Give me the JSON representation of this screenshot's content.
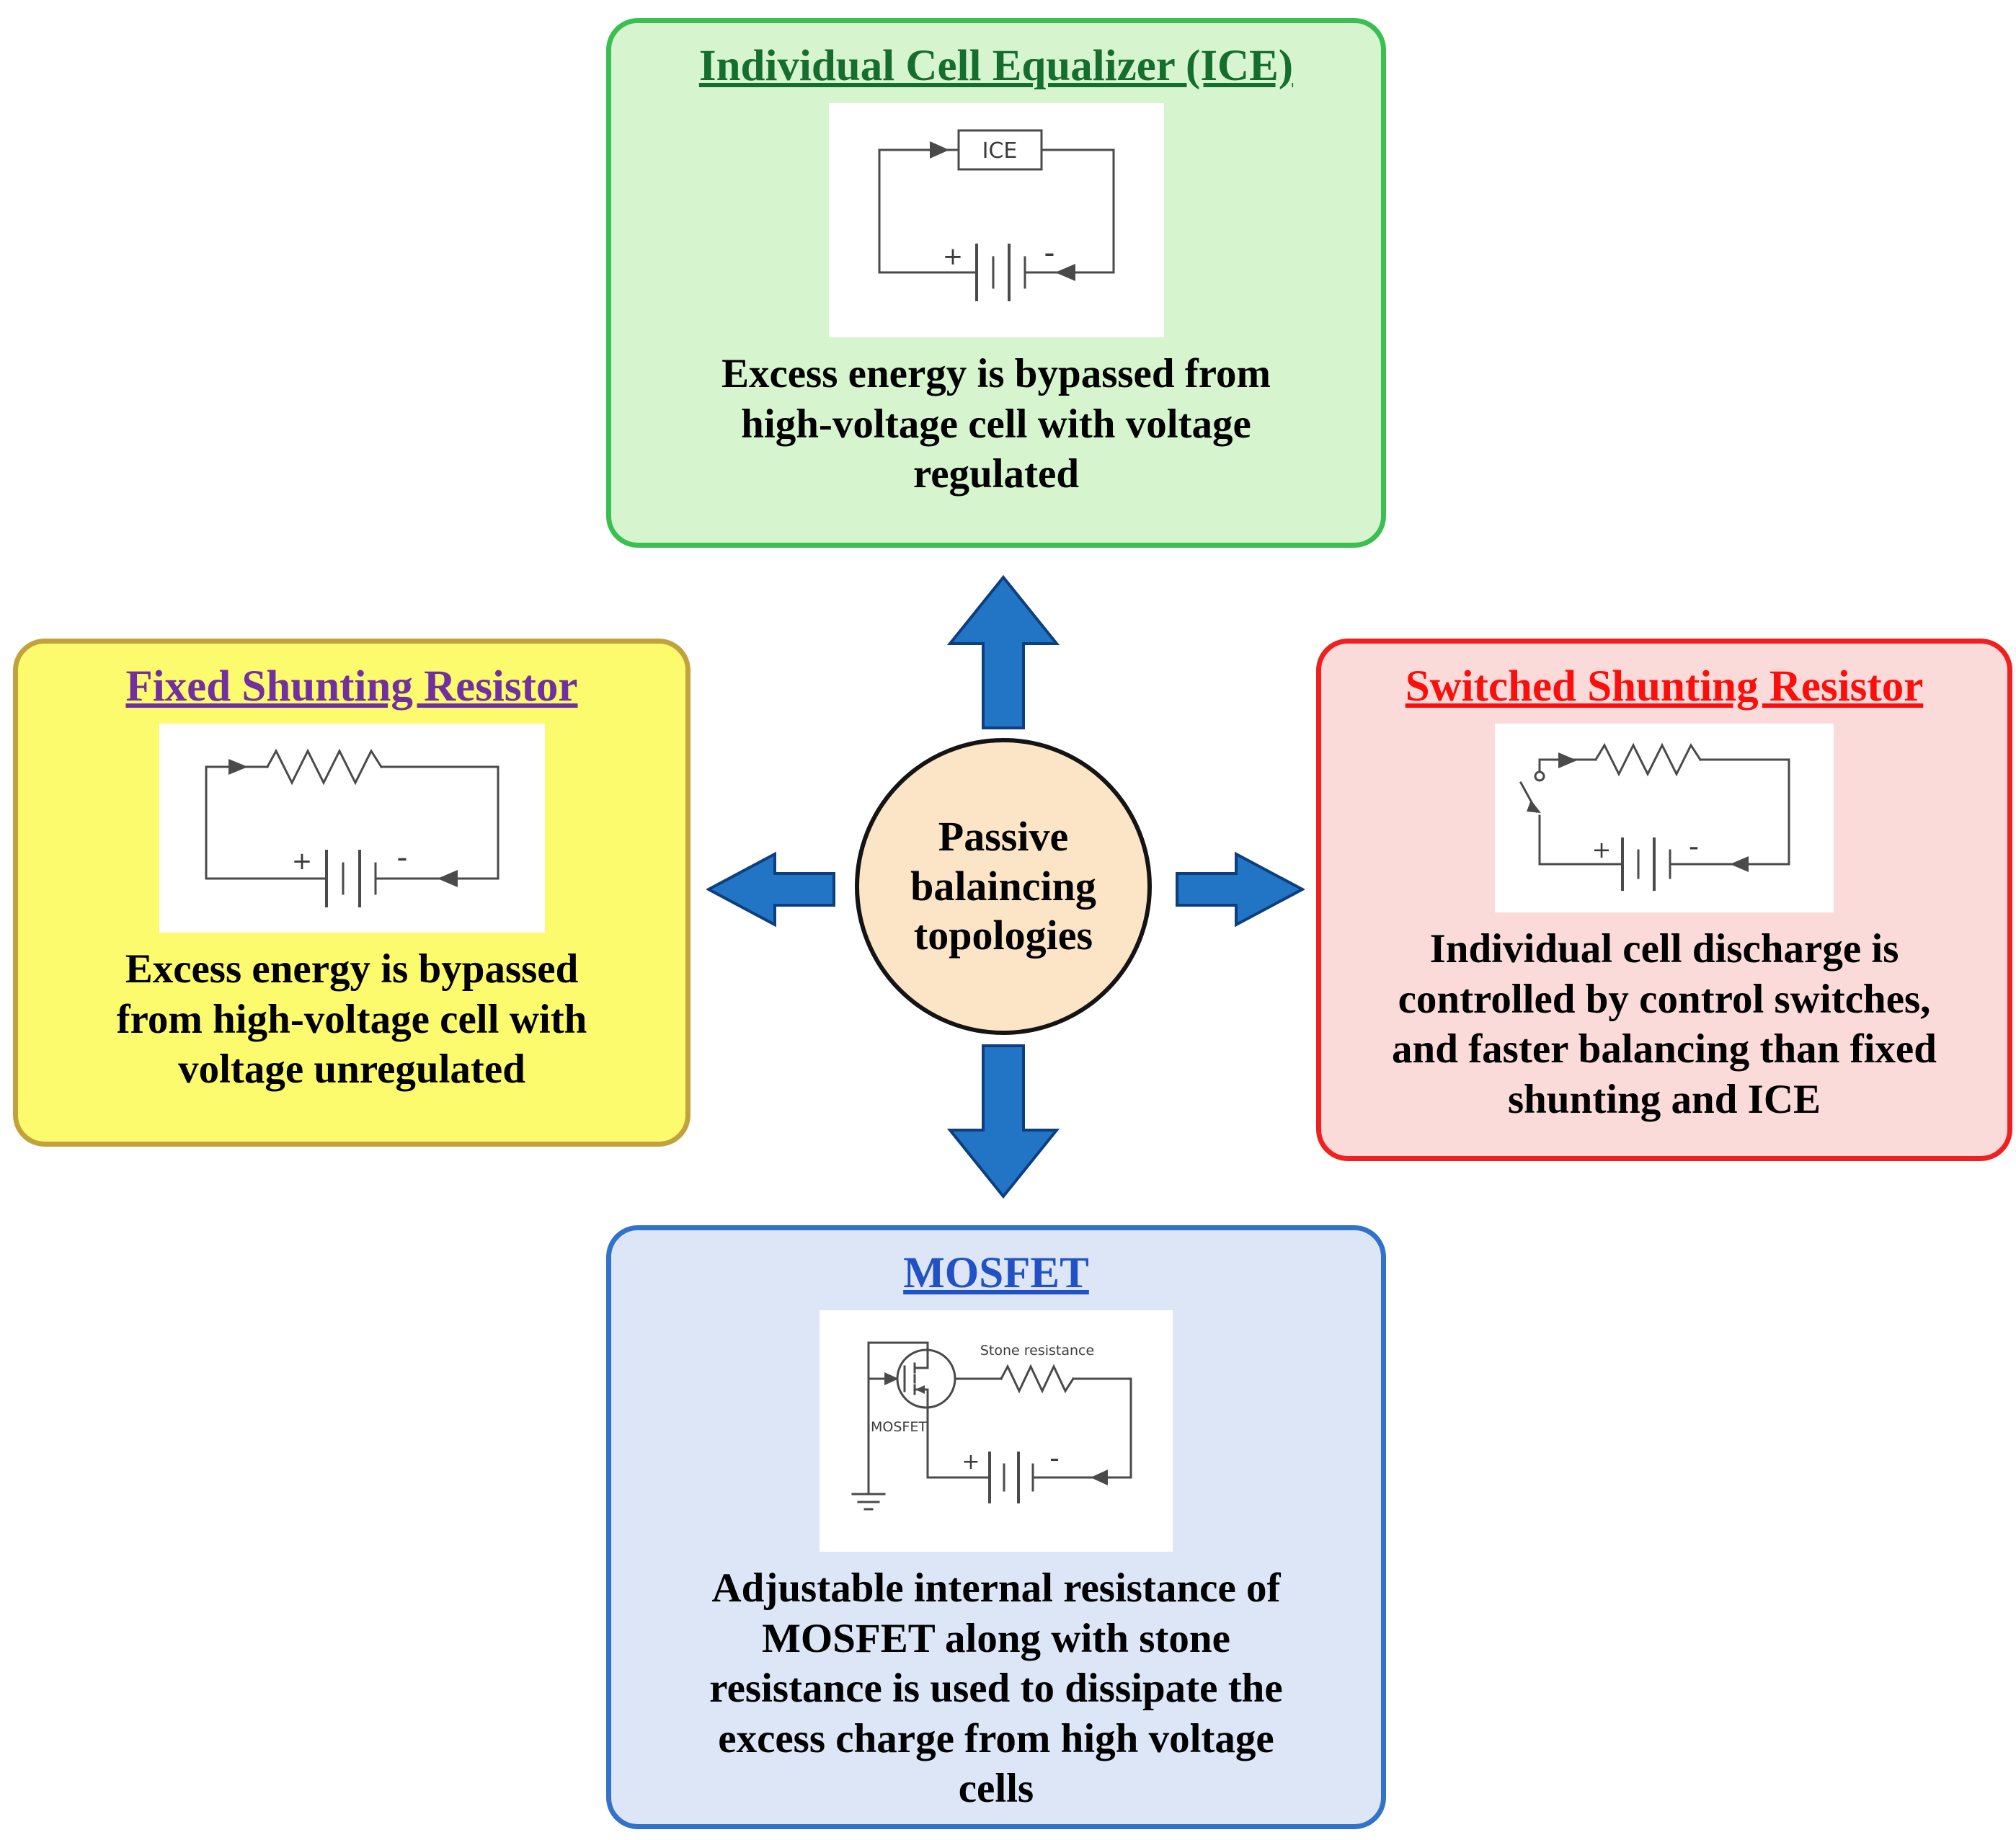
{
  "center": {
    "label": "Passive\nbalaincing\ntopologies"
  },
  "boxes": {
    "ice": {
      "title": "Individual Cell Equalizer (ICE)",
      "body": "Excess energy is bypassed from\nhigh-voltage cell with voltage\nregulated",
      "circuit": {
        "component": "ICE",
        "plus": "+",
        "minus": "-"
      }
    },
    "fixed": {
      "title": "Fixed Shunting Resistor",
      "body": "Excess energy is bypassed\nfrom high-voltage cell with\nvoltage unregulated",
      "circuit": {
        "plus": "+",
        "minus": "-"
      }
    },
    "switched": {
      "title": "Switched Shunting Resistor",
      "body": "Individual cell discharge is\ncontrolled by control switches,\nand faster balancing than fixed\nshunting and ICE",
      "circuit": {
        "plus": "+",
        "minus": "-"
      }
    },
    "mosfet": {
      "title": "MOSFET",
      "body": "Adjustable internal resistance of\nMOSFET along with stone\nresistance is used to dissipate the\nexcess charge from high voltage\ncells",
      "circuit": {
        "name": "MOSFET",
        "resistor": "Stone resistance",
        "plus": "+",
        "minus": "-"
      }
    }
  },
  "colors": {
    "ice_bg": "#d6f5cf",
    "ice_border": "#3bbf52",
    "ice_title": "#166e2e",
    "fixed_bg": "#fcfa6d",
    "fixed_border": "#c2a23d",
    "fixed_title": "#7030a0",
    "switched_bg": "#fadbd9",
    "switched_border": "#f02020",
    "switched_title": "#fa0f0c",
    "mosfet_bg": "#dce6f6",
    "mosfet_border": "#3272c8",
    "mosfet_title": "#2151c4",
    "center_bg": "#fce5c7",
    "arrow_fill": "#2274c5",
    "arrow_stroke": "#0d3f7e"
  }
}
